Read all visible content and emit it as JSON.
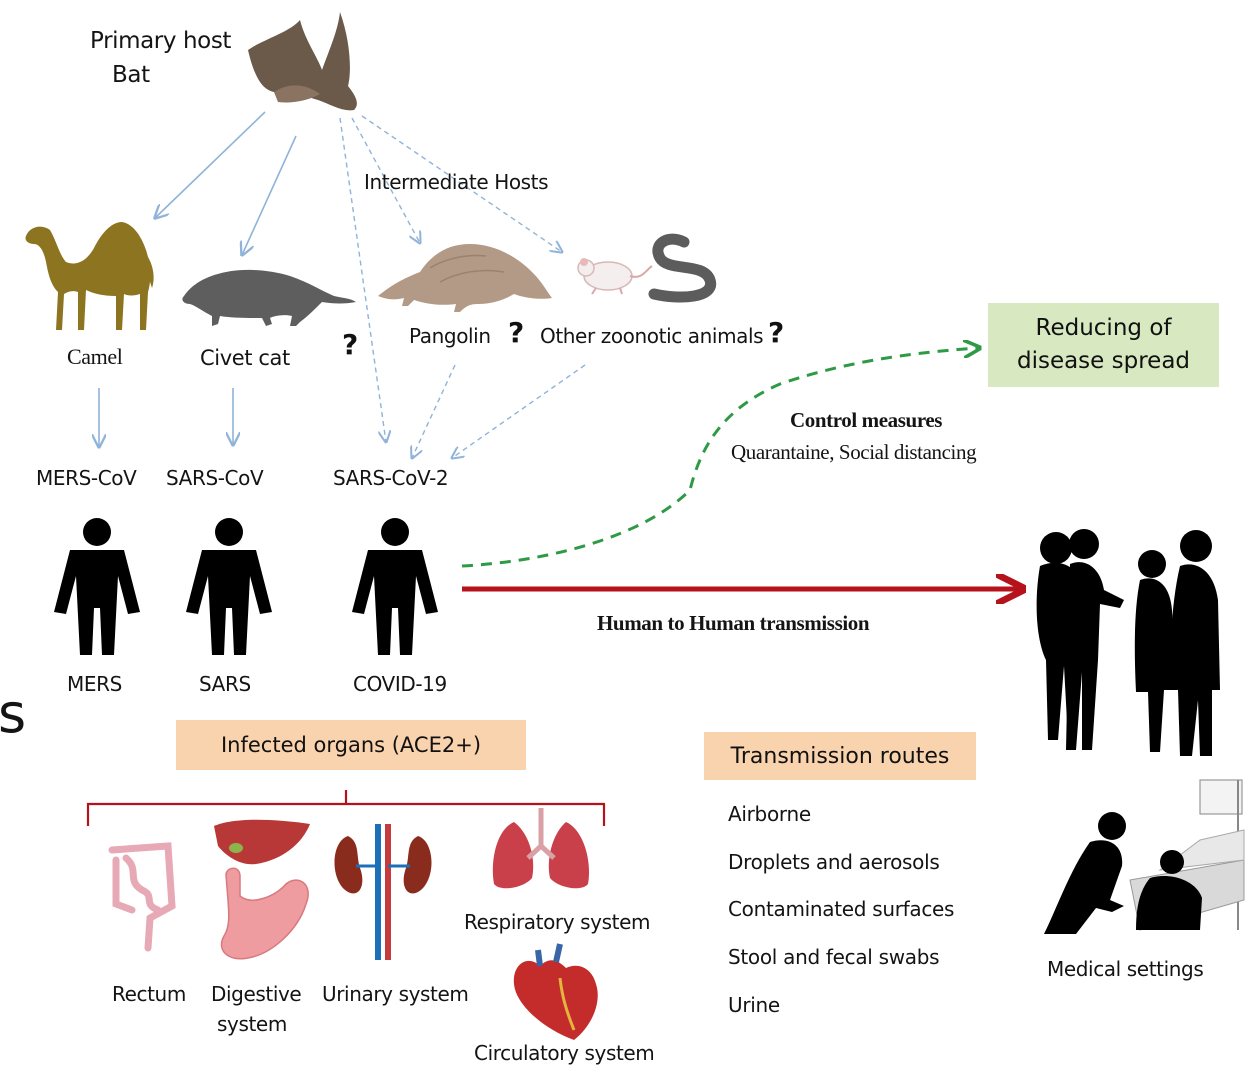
{
  "primary_host": {
    "line1": "Primary host",
    "line2": "Bat"
  },
  "intermediate_hosts_label": "Intermediate Hosts",
  "question_mark": "?",
  "animals": {
    "camel": "Camel",
    "civet": "Civet cat",
    "pangolin": "Pangolin",
    "other": "Other zoonotic animals"
  },
  "viruses": {
    "mers": "MERS-CoV",
    "sars": "SARS-CoV",
    "sars2": "SARS-CoV-2"
  },
  "diseases": {
    "mers": "MERS",
    "sars": "SARS",
    "covid": "COVID-19"
  },
  "reducing_box": {
    "line1": "Reducing  of",
    "line2": "disease spread"
  },
  "control": {
    "title": "Control measures",
    "detail": "Quarantaine,  Social distancing"
  },
  "h2h_label": "Human to Human transmission",
  "infected_organs_label": "Infected organs  (ACE2+)",
  "organs": {
    "rectum": "Rectum",
    "digestive_line1": "Digestive",
    "digestive_line2": "system",
    "urinary": "Urinary system",
    "respiratory": "Respiratory system",
    "circulatory": "Circulatory system"
  },
  "transmission_routes": {
    "title": "Transmission routes",
    "items": [
      "Airborne",
      "Droplets and aerosols",
      "Contaminated surfaces",
      "Stool and fecal swabs",
      "Urine"
    ]
  },
  "medical_settings_label": "Medical settings",
  "edge_fragment": "s",
  "colors": {
    "arrow_blue": "#8fb3d9",
    "transmission_red": "#b5121b",
    "control_green": "#2f9a45",
    "reducing_box": "#d8e8c0",
    "peach_box": "#f9d3ad",
    "bracket_red": "#b5121b",
    "camel": "#8d7420",
    "civet": "#5e5e5e",
    "pangolin": "#b39a86"
  }
}
